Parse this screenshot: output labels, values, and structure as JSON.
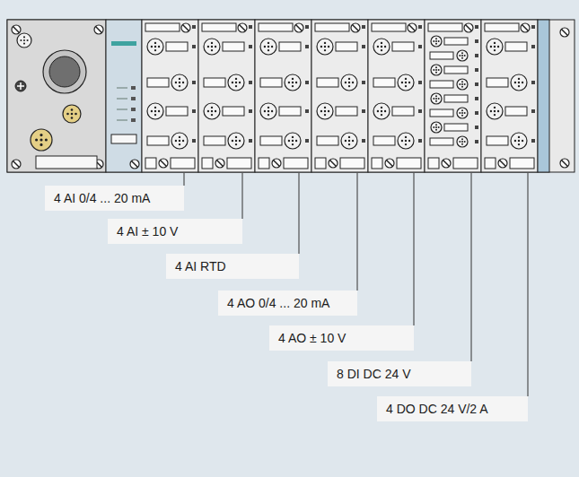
{
  "diagram": {
    "nodes": [
      {
        "text": [
          "4 AI 0/4 ... 20 mA"
        ]
      },
      {
        "text": [
          "4 AI ± 10 V"
        ]
      },
      {
        "text": [
          "4 AI RTD"
        ]
      },
      {
        "text": [
          "4 AO 0/4 ... 20 mA"
        ]
      },
      {
        "text": [
          "4 AO ± 10 V"
        ]
      },
      {
        "text": [
          "8 DI DC 24 V"
        ]
      },
      {
        "text": [
          "4 DO DC 24 V/2 A"
        ]
      }
    ]
  }
}
